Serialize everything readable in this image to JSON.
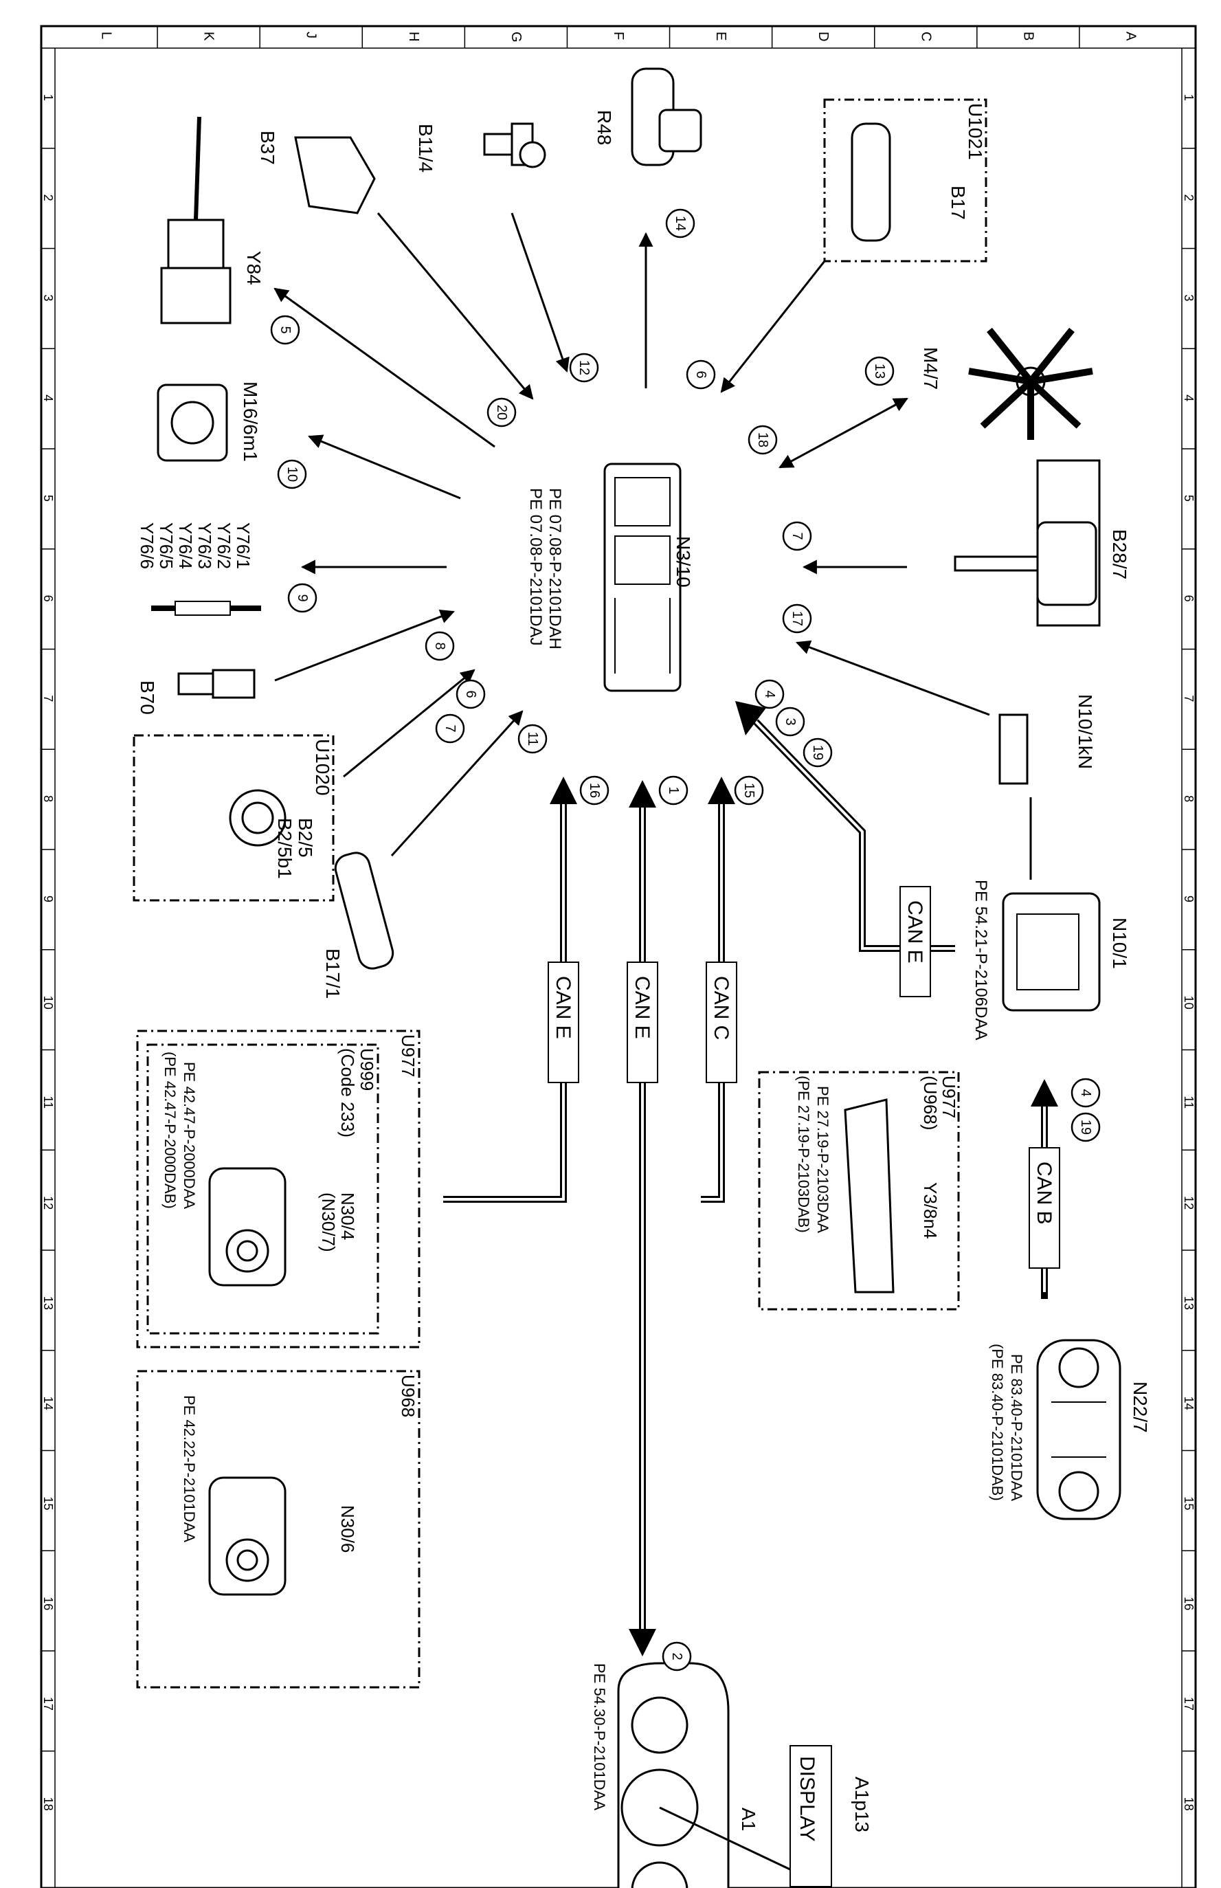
{
  "grid": {
    "columns": [
      "L",
      "K",
      "J",
      "H",
      "G",
      "F",
      "E",
      "D",
      "C",
      "B",
      "A"
    ],
    "rows": [
      "1",
      "2",
      "3",
      "4",
      "5",
      "6",
      "7",
      "8",
      "9",
      "10",
      "11",
      "12",
      "13",
      "14",
      "15",
      "16",
      "17",
      "18"
    ]
  },
  "components": {
    "n3_10": "N3/10",
    "n3_10_ref1": "PE 07.08-P-2101DAH",
    "n3_10_ref2": "PE 07.08-P-2101DAJ",
    "r48": "R48",
    "u1021": "U1021",
    "b17": "B17",
    "b11_4": "B11/4",
    "b37": "B37",
    "y84": "Y84",
    "m16_6m1": "M16/6m1",
    "y76": [
      "Y76/1",
      "Y76/2",
      "Y76/3",
      "Y76/4",
      "Y76/5",
      "Y76/6"
    ],
    "b70": "B70",
    "u1020": "U1020",
    "b2_5": "B2/5",
    "b2_5b1": "B2/5b1",
    "b17_1": "B17/1",
    "m4_7": "M4/7",
    "b28_7": "B28/7",
    "n10_1kn": "N10/1kN",
    "n10_1": "N10/1",
    "n10_1_ref": "PE 54.21-P-2106DAA",
    "u977_a": "U977",
    "u968_a": "(U968)",
    "y3_8n4": "Y3/8n4",
    "y3_ref1": "PE 27.19-P-2103DAA",
    "y3_ref2": "(PE 27.19-P-2103DAB)",
    "n22_7": "N22/7",
    "n22_ref1": "PE 83.40-P-2101DAA",
    "n22_ref2": "(PE 83.40-P-2101DAB)",
    "u977_b": "U977",
    "u999": "U999",
    "code233": "(Code 233)",
    "n30_4": "N30/4",
    "n30_7": "(N30/7)",
    "n30_4_ref1": "PE 42.47-P-2000DAA",
    "n30_4_ref2": "(PE 42.47-P-2000DAB)",
    "u968_b": "U968",
    "n30_6": "N30/6",
    "n30_6_ref": "PE 42.22-P-2101DAA",
    "a1": "A1",
    "a1_ref": "PE 54.30-P-2101DAA",
    "a1p13": "A1p13",
    "display_text": "DISPLAY"
  },
  "buses": {
    "can_e": "CAN E",
    "can_c": "CAN C",
    "can_b": "CAN B"
  },
  "numbers": [
    "1",
    "2",
    "3",
    "4",
    "5",
    "6",
    "7",
    "8",
    "9",
    "10",
    "11",
    "12",
    "13",
    "14",
    "15",
    "16",
    "17",
    "18",
    "19",
    "20"
  ]
}
